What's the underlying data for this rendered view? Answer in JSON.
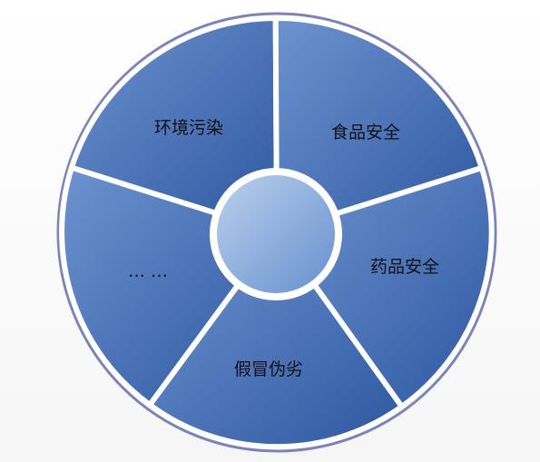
{
  "diagram": {
    "center_label": "",
    "segments": [
      {
        "id": "environment",
        "label": "环境污染"
      },
      {
        "id": "food",
        "label": "食品安全"
      },
      {
        "id": "drug",
        "label": "药品安全"
      },
      {
        "id": "counterfeit",
        "label": "假冒伪劣"
      },
      {
        "id": "more",
        "label": "… …"
      }
    ],
    "colors": {
      "outer_ring": "#7c83b8",
      "segment_light": "#6d93cf",
      "segment_dark": "#2e57a0",
      "divider": "#ffffff",
      "hub_light": "#b7cdea",
      "hub_dark": "#6a93d0"
    }
  }
}
